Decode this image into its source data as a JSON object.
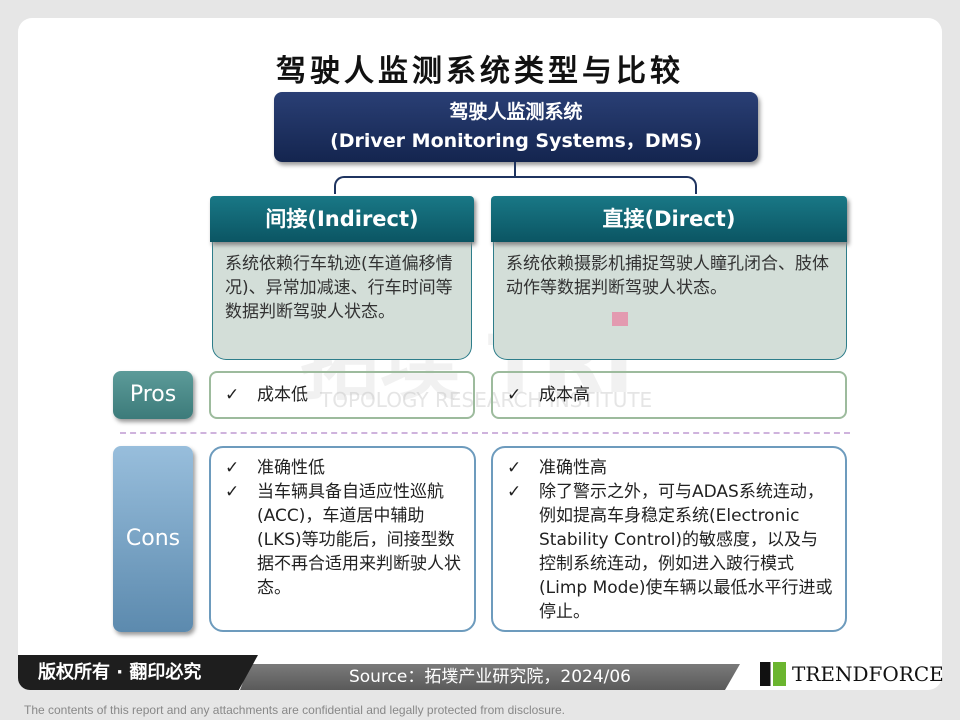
{
  "title": "驾驶人监测系统类型与比较",
  "root": {
    "line1": "驾驶人监测系统",
    "line2": "(Driver Monitoring Systems，DMS)"
  },
  "watermark": {
    "main": "拓墣 TRI",
    "sub": "TOPOLOGY RESEARCH INSTITUTE"
  },
  "columns": [
    {
      "header": "间接(Indirect)",
      "desc": "系统依赖行车轨迹(车道偏移情况)、异常加减速、行车时间等数据判断驾驶人状态。",
      "pros": [
        "成本低"
      ],
      "cons": [
        "准确性低",
        "当车辆具备自适应性巡航(ACC)，车道居中辅助(LKS)等功能后，间接型数据不再合适用来判断驶人状态。"
      ]
    },
    {
      "header": "直接(Direct)",
      "desc": "系统依赖摄影机捕捉驾驶人瞳孔闭合、肢体动作等数据判断驾驶人状态。",
      "pros": [
        "成本高"
      ],
      "cons": [
        "准确性高",
        "除了警示之外，可与ADAS系统连动，例如提高车身稳定系统(Electronic Stability Control)的敏感度，以及与控制系统连动，例如进入跛行模式(Limp Mode)使车辆以最低水平行进或停止。"
      ]
    }
  ],
  "labels": {
    "pros": "Pros",
    "cons": "Cons",
    "check": "✓"
  },
  "footer": {
    "copyright": "版权所有 · 翻印必究",
    "source": "Source：拓墣产业研究院，2024/06",
    "brand": "TRENDFORCE",
    "disclaimer": "The contents of this report and any attachments are confidential and legally protected from disclosure."
  }
}
